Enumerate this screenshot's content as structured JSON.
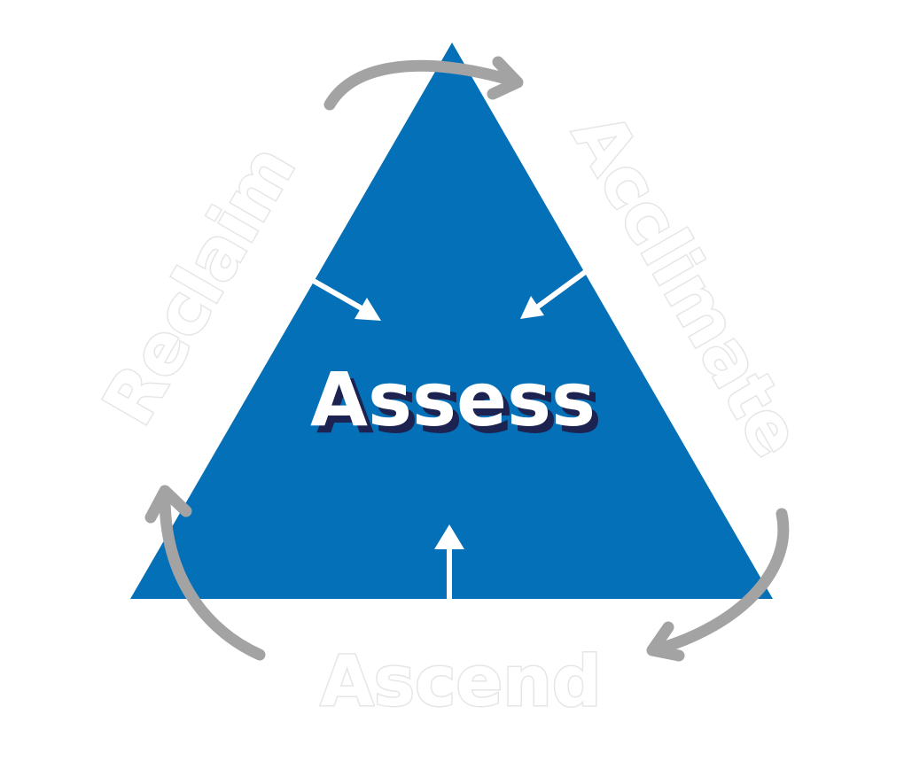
{
  "diagram": {
    "center_label": "Assess",
    "labels": {
      "left": "Reclaim",
      "right": "Acclimate",
      "bottom": "Ascend"
    },
    "colors": {
      "triangle": "#0470b8",
      "center_text": "#ffffff",
      "center_text_shadow": "#1c2350",
      "cycle_arrows": "#a3a3a3",
      "inward_arrows": "#ffffff",
      "label_outline": "#e6e6e6"
    },
    "icons": {
      "cycle": "curved-arrow",
      "inward": "straight-arrow"
    }
  }
}
